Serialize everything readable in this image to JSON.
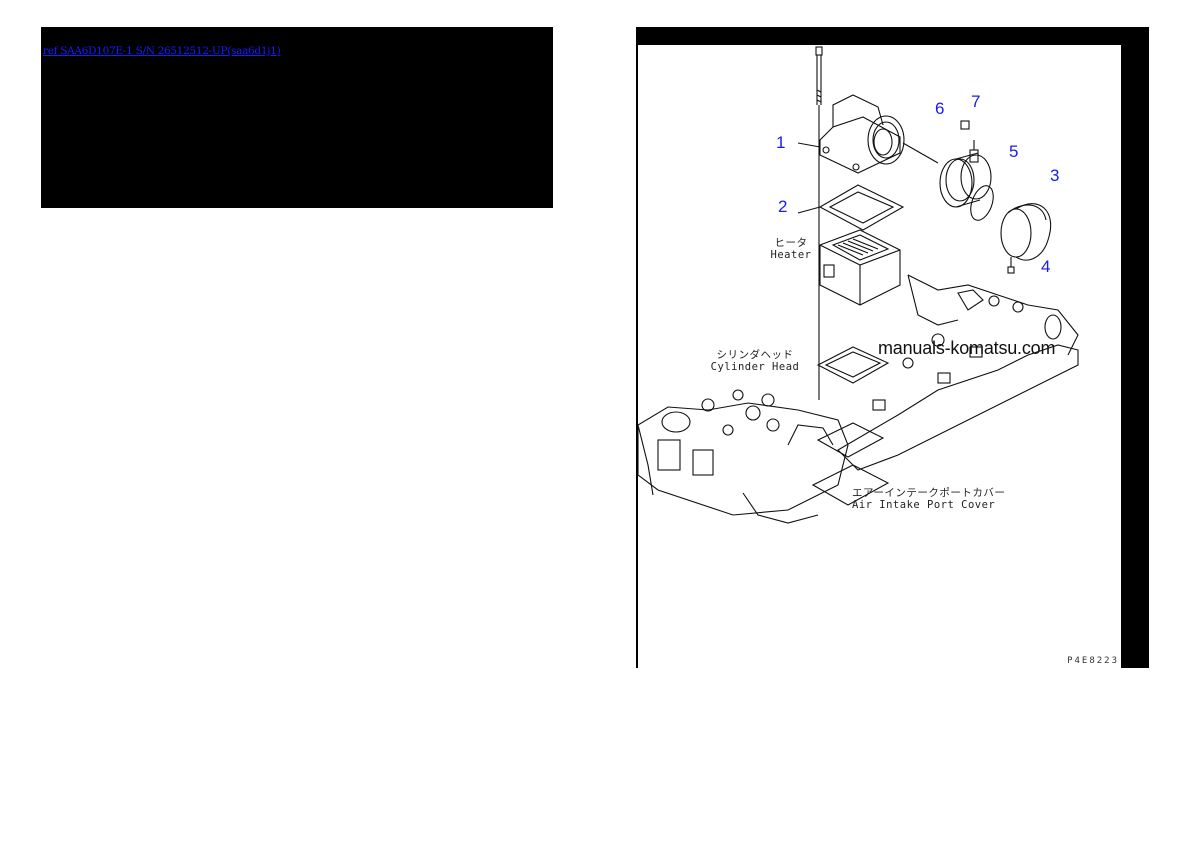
{
  "reference_panel": {
    "link_text": "ref SAA6D107E-1 S/N 26512512-UP(saa6d1j1)",
    "background": "#000000",
    "link_color": "#1a1aff"
  },
  "diagram": {
    "drawing_number": "P4E8223",
    "watermark": "manuals-komatsu.com",
    "callouts": [
      {
        "number": "1"
      },
      {
        "number": "2"
      },
      {
        "number": "3"
      },
      {
        "number": "4"
      },
      {
        "number": "5"
      },
      {
        "number": "6"
      },
      {
        "number": "7"
      }
    ],
    "callout_color": "#1a1aee",
    "labels": {
      "heater_jp": "ヒータ",
      "heater_en": "Heater",
      "cylinder_head_jp": "シリンダヘッド",
      "cylinder_head_en": "Cylinder Head",
      "air_intake_jp": "エアーインテークポートカバー",
      "air_intake_en": "Air Intake Port Cover"
    }
  }
}
